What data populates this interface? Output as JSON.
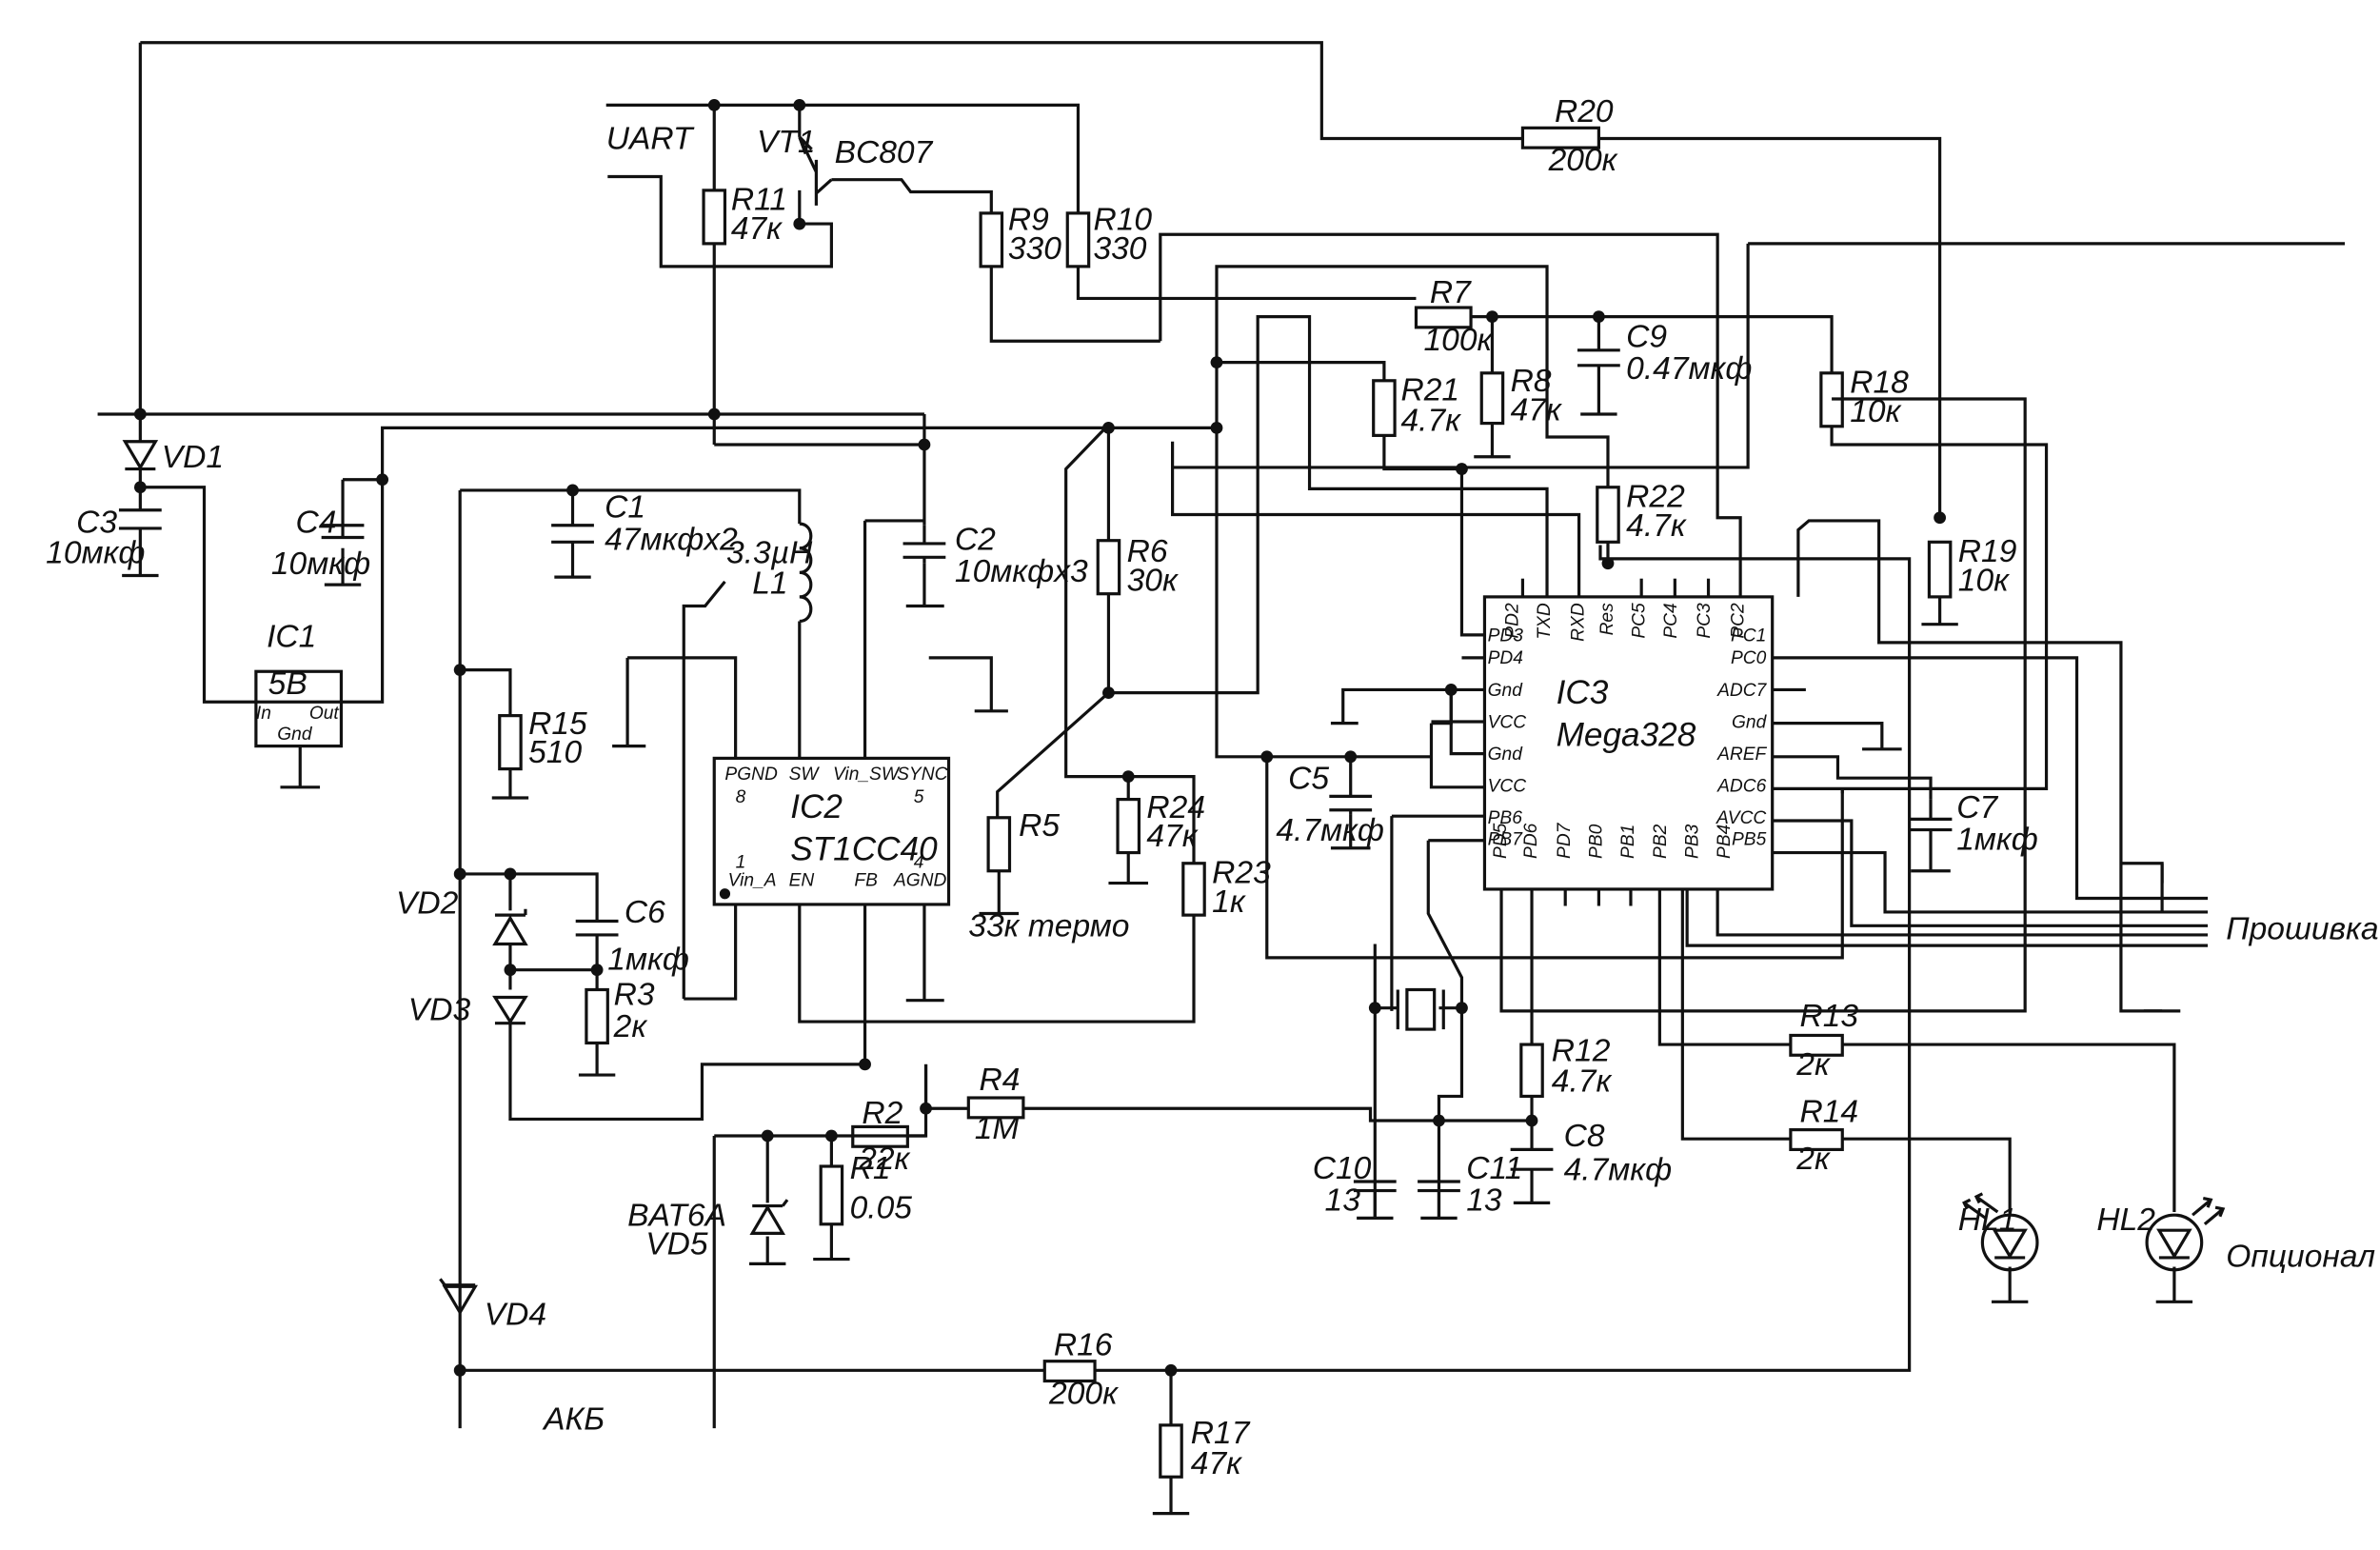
{
  "title": "",
  "labels": {
    "uart": "UART",
    "akb": "АКБ",
    "firmware": "Прошивка",
    "optional": "Опционал",
    "bat6a": "BAT6A",
    "thermo": "33к термо"
  },
  "components": {
    "vt1": {
      "ref": "VT1",
      "part": "BC807"
    },
    "vd1": {
      "ref": "VD1"
    },
    "vd2": {
      "ref": "VD2"
    },
    "vd3": {
      "ref": "VD3"
    },
    "vd4": {
      "ref": "VD4"
    },
    "vd5": {
      "ref": "VD5"
    },
    "hl1": {
      "ref": "HL1"
    },
    "hl2": {
      "ref": "HL2"
    },
    "l1": {
      "ref": "L1",
      "value": "3.3µH"
    },
    "r1": {
      "ref": "R1",
      "value": "0.05"
    },
    "r2": {
      "ref": "R2",
      "value": "22к"
    },
    "r3": {
      "ref": "R3",
      "value": "2к"
    },
    "r4": {
      "ref": "R4",
      "value": "1M"
    },
    "r5": {
      "ref": "R5"
    },
    "r6": {
      "ref": "R6",
      "value": "30к"
    },
    "r7": {
      "ref": "R7",
      "value": "100к"
    },
    "r8": {
      "ref": "R8",
      "value": "47к"
    },
    "r9": {
      "ref": "R9",
      "value": "330"
    },
    "r10": {
      "ref": "R10",
      "value": "330"
    },
    "r11": {
      "ref": "R11",
      "value": "47к"
    },
    "r12": {
      "ref": "R12",
      "value": "4.7к"
    },
    "r13": {
      "ref": "R13",
      "value": "2к"
    },
    "r14": {
      "ref": "R14",
      "value": "2к"
    },
    "r15": {
      "ref": "R15",
      "value": "510"
    },
    "r16": {
      "ref": "R16",
      "value": "200к"
    },
    "r17": {
      "ref": "R17",
      "value": "47к"
    },
    "r18": {
      "ref": "R18",
      "value": "10к"
    },
    "r19": {
      "ref": "R19",
      "value": "10к"
    },
    "r20": {
      "ref": "R20",
      "value": "200к"
    },
    "r21": {
      "ref": "R21",
      "value": "4.7к"
    },
    "r22": {
      "ref": "R22",
      "value": "4.7к"
    },
    "r23": {
      "ref": "R23",
      "value": "1к"
    },
    "r24": {
      "ref": "R24",
      "value": "47к"
    },
    "c1": {
      "ref": "C1",
      "value": "47мкфх2"
    },
    "c2": {
      "ref": "C2",
      "value": "10мкфх3"
    },
    "c3": {
      "ref": "C3",
      "value": "10мкф"
    },
    "c4": {
      "ref": "C4",
      "value": "10мкф"
    },
    "c5": {
      "ref": "C5",
      "value": "4.7мкф"
    },
    "c6": {
      "ref": "C6",
      "value": "1мкф"
    },
    "c7": {
      "ref": "C7",
      "value": "1мкф"
    },
    "c8": {
      "ref": "C8",
      "value": "4.7мкф"
    },
    "c9": {
      "ref": "C9",
      "value": "0.47мкф"
    },
    "c10": {
      "ref": "C10",
      "value": "13"
    },
    "c11": {
      "ref": "C11",
      "value": "13"
    }
  },
  "ic1": {
    "ref": "IC1",
    "voltage": "5В",
    "pin_in": "In",
    "pin_out": "Out",
    "pin_gnd": "Gnd"
  },
  "ic2": {
    "ref": "IC2",
    "part": "ST1CC40",
    "pins": {
      "pgnd": "PGND",
      "sw": "SW",
      "vin_sw": "Vin_SW",
      "sync": "SYNC",
      "vin_a": "Vin_A",
      "en": "EN",
      "fb": "FB",
      "agnd": "AGND"
    },
    "pin_numbers": {
      "n8": "8",
      "n5": "5",
      "n1": "1",
      "n4": "4"
    }
  },
  "ic3": {
    "ref": "IC3",
    "part": "Mega328",
    "top_pins": [
      "PD2",
      "TXD",
      "RXD",
      "Res",
      "PC5",
      "PC4",
      "PC3",
      "PC2"
    ],
    "left_pins": [
      "PD3",
      "PD4",
      "Gnd",
      "VCC",
      "Gnd",
      "VCC",
      "PB6",
      "PB7"
    ],
    "right_pins": [
      "PC1",
      "PC0",
      "ADC7",
      "Gnd",
      "AREF",
      "ADC6",
      "AVCC",
      "PB5"
    ],
    "bottom_pins": [
      "PD5",
      "PD6",
      "PD7",
      "PB0",
      "PB1",
      "PB2",
      "PB3",
      "PB4"
    ]
  }
}
